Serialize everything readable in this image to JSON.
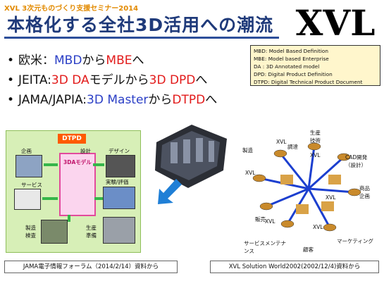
{
  "header": {
    "seminar": "XVL 3次元ものづくり支援セミナー2014",
    "title": "本格化する全社3D活用への潮流",
    "logo": "XVL"
  },
  "legend": [
    "MBD: Model Based Definition",
    "MBE: Model based Enterprise",
    "DA : 3D Annotated  model",
    "DPD: Digital Product Definition",
    "DTPD: Digital Technical Product Document"
  ],
  "bullets": [
    {
      "a": "欧米：",
      "b": "MBD",
      "c": "から",
      "d": "MBE",
      "e": "へ"
    },
    {
      "a": "JEITA:",
      "b": "3D DA",
      "c": "モデルから",
      "d": "3D DPD",
      "e": "へ"
    },
    {
      "a": "JAMA/JAPIA:",
      "b": "3D Master",
      "c": "から",
      "d": "DTPD",
      "e": "へ"
    }
  ],
  "left_diagram": {
    "badge": "DTPD",
    "center": "3DAモデル",
    "labels": [
      "企画",
      "設計",
      "デザイン",
      "サービス",
      "実験/評価",
      "製造検査",
      "生産準備"
    ]
  },
  "right_diagram": {
    "node": "XVL",
    "labels": [
      "調達",
      "生産技術",
      "製造",
      "CAD開発（設計）",
      "商品企画",
      "販売",
      "サービスメンテナンス",
      "マーケティング",
      "顧客"
    ]
  },
  "captions": {
    "left": "JAMA電子情報フォーラム（2014/2/14）資料から",
    "right": "XVL Solution World2002(2002/12/4)資料から"
  },
  "colors": {
    "accent_blue": "#2b3fc6",
    "accent_red": "#e21b1b",
    "title": "#1f3a7a",
    "seminar": "#e28a00"
  }
}
